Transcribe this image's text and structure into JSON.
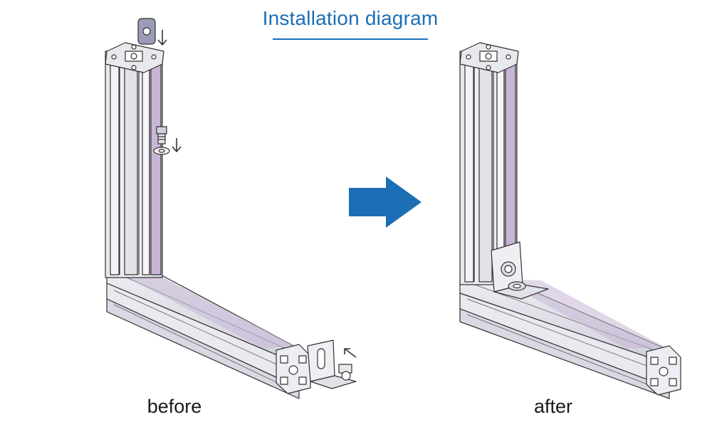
{
  "title": "Installation diagram",
  "captions": {
    "before": "before",
    "after": "after"
  },
  "colors": {
    "accent": "#1c6fb4",
    "profile_fill": "#d9dbe3",
    "profile_shade": "#c9b6d6",
    "stroke": "#333333"
  }
}
